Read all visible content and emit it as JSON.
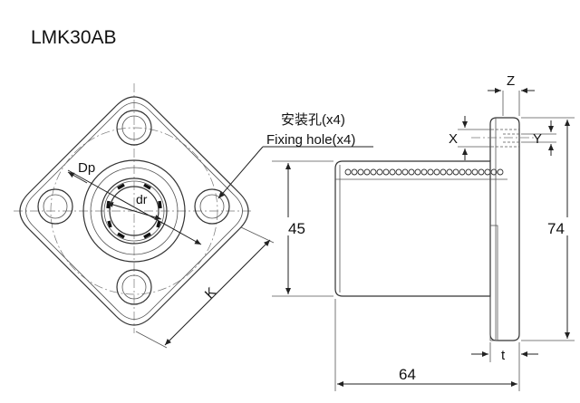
{
  "title": "LMK30AB",
  "labels": {
    "dp": "Dp",
    "dr": "dr",
    "k": "K",
    "fixing_cn": "安装孔(x4)",
    "fixing_en": "Fixing hole(x4)",
    "z": "Z",
    "x": "X",
    "y": "Y",
    "t": "t"
  },
  "dimensions": {
    "d45": "45",
    "d74": "74",
    "d64": "64"
  }
}
